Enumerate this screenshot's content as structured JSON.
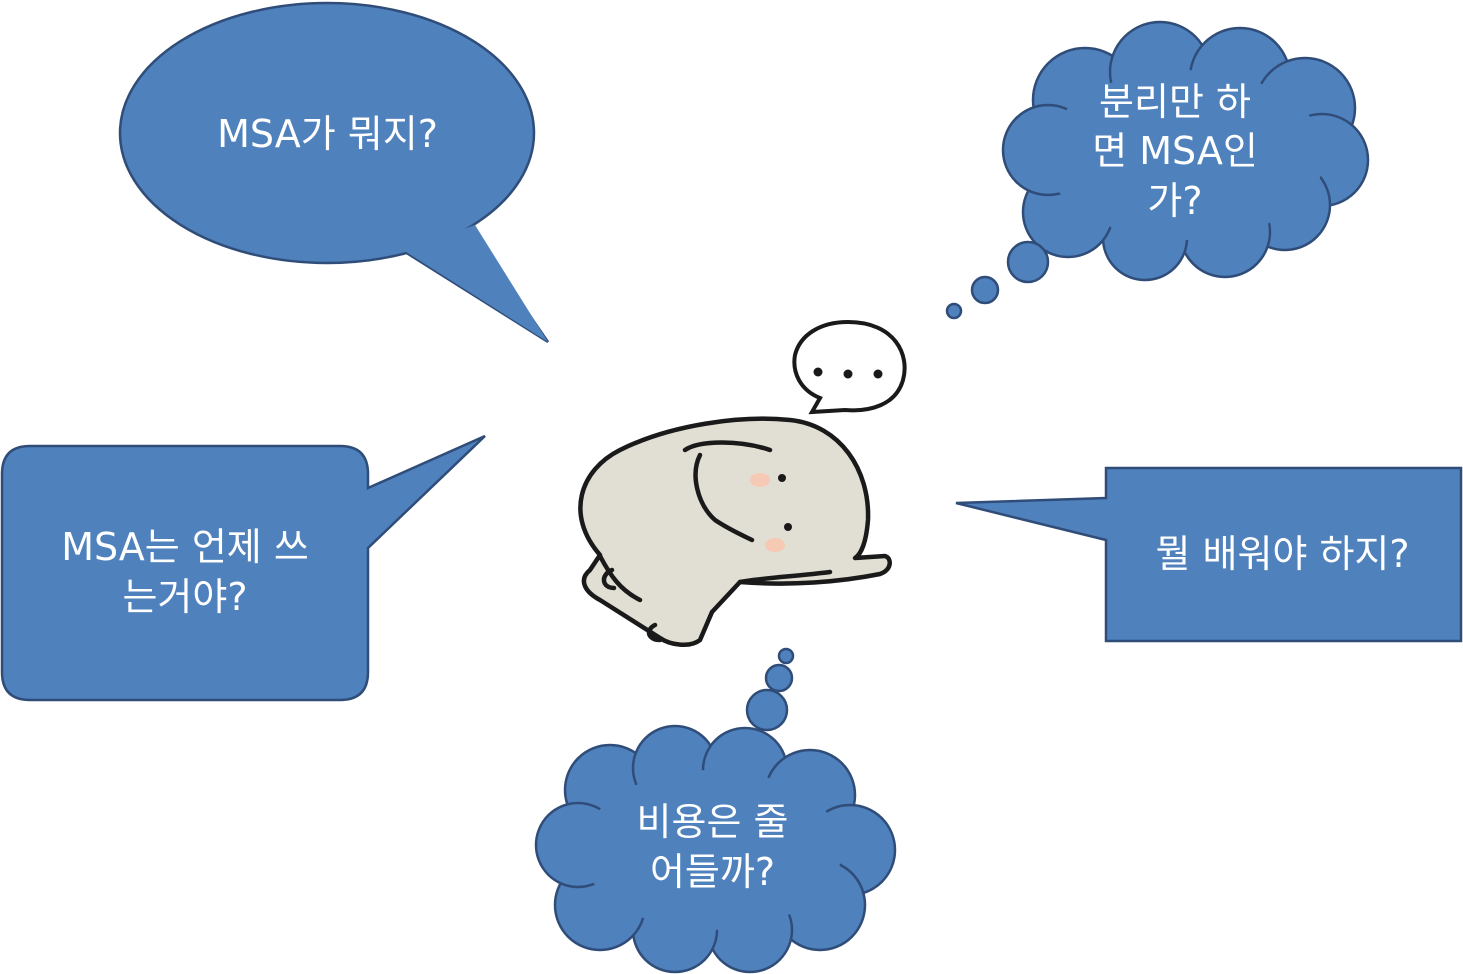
{
  "colors": {
    "bubble_fill": "#4f81bd",
    "bubble_stroke": "#2f4d78",
    "text": "#ffffff",
    "character_body": "#e1ded3",
    "character_outline": "#1a1a1a",
    "cheek": "#f5c9b3"
  },
  "bubbles": {
    "oval": {
      "shape": "oval-speech-bubble",
      "text": "MSA가 뭐지?"
    },
    "rounded": {
      "shape": "rounded-rectangle-speech-bubble",
      "line1": "MSA는 언제 쓰",
      "line2": "는거야?"
    },
    "cloud_top": {
      "shape": "thought-cloud",
      "line1": "분리만 하",
      "line2": "면 MSA인",
      "line3": "가?"
    },
    "rect": {
      "shape": "rectangle-speech-bubble",
      "text": "뭘 배워야 하지?"
    },
    "cloud_bottom": {
      "shape": "thought-cloud",
      "line1": "비용은 줄",
      "line2": "어들까?"
    }
  },
  "character": {
    "icon": "pondering-character-icon",
    "thought_icon": "ellipsis-thought-icon"
  }
}
